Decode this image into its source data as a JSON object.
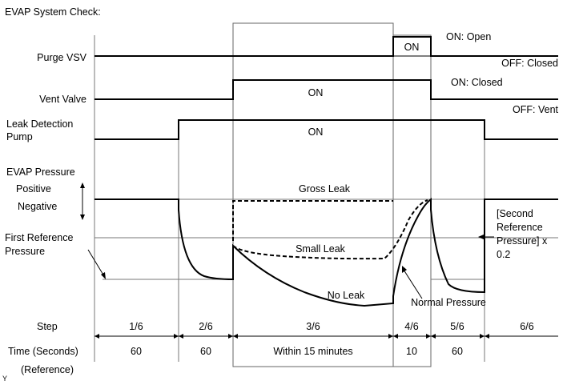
{
  "title": "EVAP System Check:",
  "signals": {
    "purge_vsv": {
      "label": "Purge VSV",
      "box_label": "ON",
      "on_state": "ON: Open",
      "off_state": "OFF: Closed"
    },
    "vent_valve": {
      "label": "Vent Valve",
      "on_label": "ON",
      "on_state": "ON: Closed",
      "off_state": "OFF: Vent"
    },
    "leak_pump": {
      "label_line1": "Leak Detection",
      "label_line2": "Pump",
      "on_label": "ON"
    },
    "pressure": {
      "label": "EVAP Pressure",
      "positive": "Positive",
      "negative": "Negative",
      "first_ref_line1": "First Reference",
      "first_ref_line2": "Pressure",
      "gross_leak": "Gross Leak",
      "small_leak": "Small Leak",
      "no_leak": "No Leak",
      "normal_pressure": "Normal Pressure",
      "second_ref_line1": "[Second",
      "second_ref_line2": "Reference",
      "second_ref_line3": "Pressure] x",
      "second_ref_line4": "0.2"
    }
  },
  "table": {
    "step_label": "Step",
    "time_label": "Time (Seconds)",
    "reference_label": "(Reference)",
    "steps": [
      "1/6",
      "2/6",
      "3/6",
      "4/6",
      "5/6",
      "6/6"
    ],
    "times": [
      "60",
      "60",
      "Within 15 minutes",
      "10",
      "60",
      ""
    ]
  },
  "footer_mark": "Y"
}
